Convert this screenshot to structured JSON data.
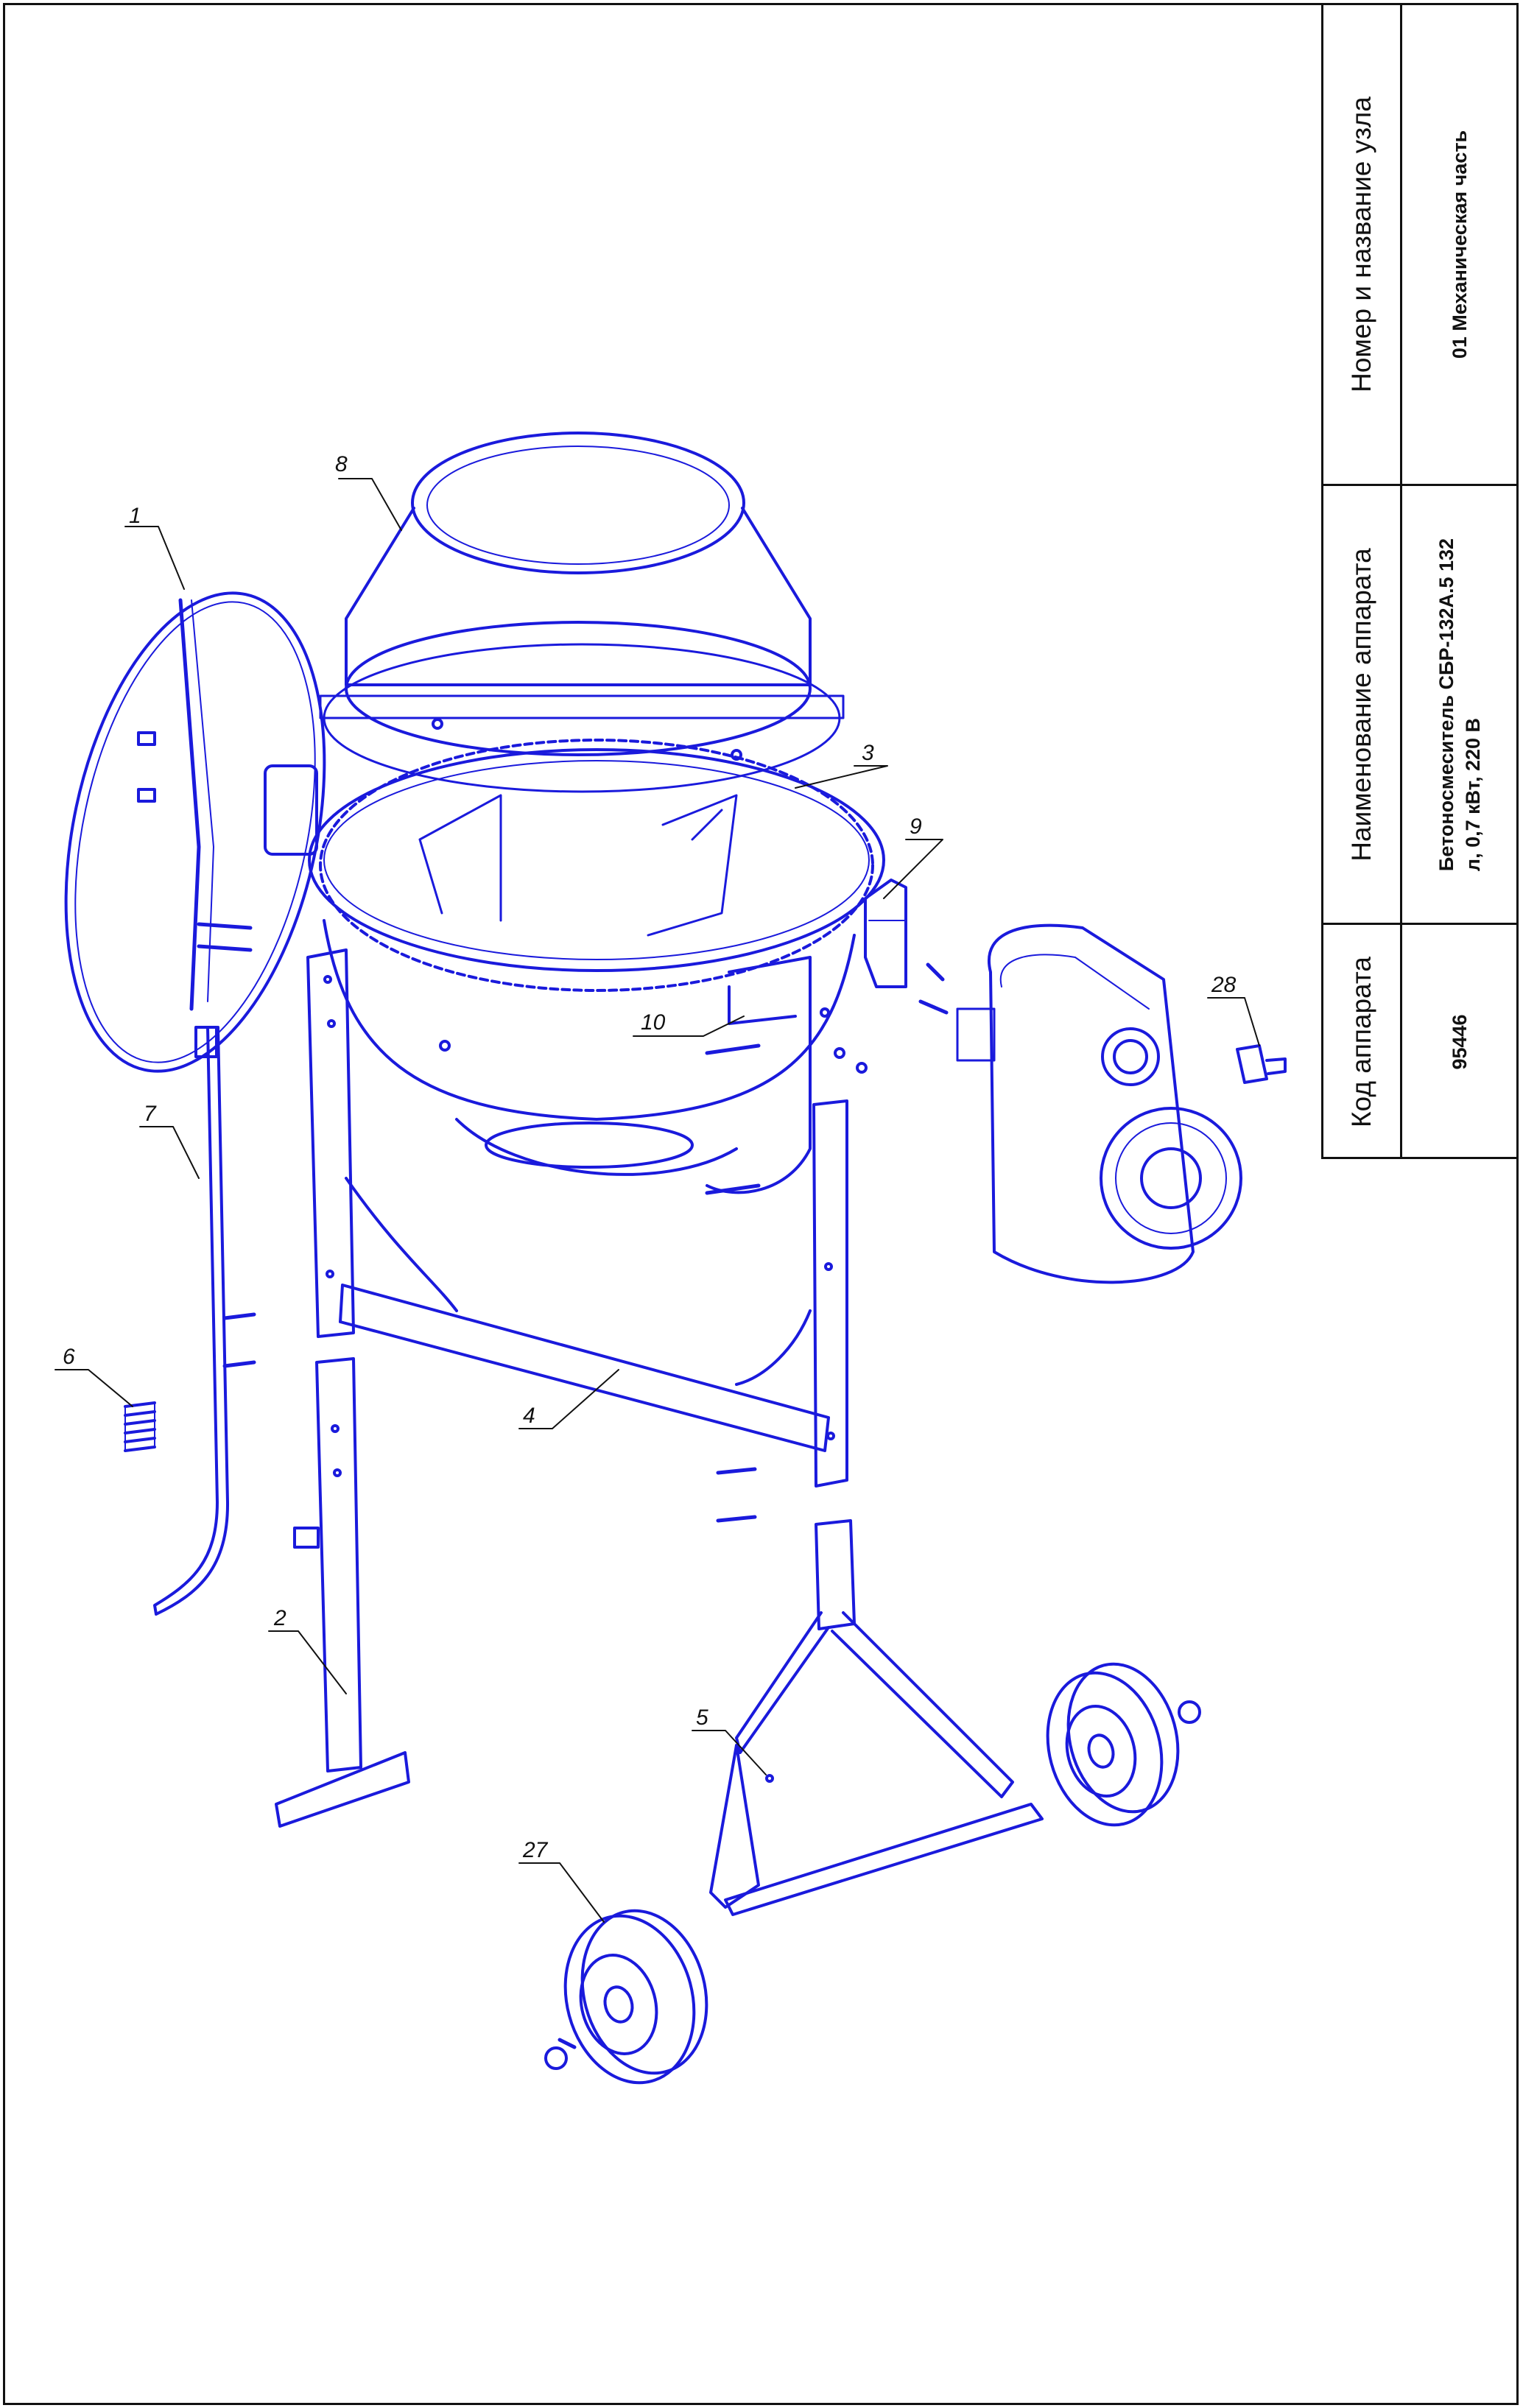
{
  "title_block": {
    "headers": {
      "node": "Номер и название узла",
      "apparatus_name": "Наименование аппарата",
      "apparatus_code": "Код аппарата"
    },
    "values": {
      "node": "01 Механическая часть",
      "apparatus_name_line1": "Бетоносмеситель СБР-132А.5 132",
      "apparatus_name_line2": "л, 0,7 кВт, 220 В",
      "apparatus_code": "95446"
    }
  },
  "callouts": {
    "c1": "1",
    "c2": "2",
    "c3": "3",
    "c4": "4",
    "c5": "5",
    "c6": "6",
    "c7": "7",
    "c8": "8",
    "c9": "9",
    "c10": "10",
    "c27": "27",
    "c28": "28"
  },
  "colors": {
    "line": "#1a1adc",
    "frame": "#111111"
  }
}
